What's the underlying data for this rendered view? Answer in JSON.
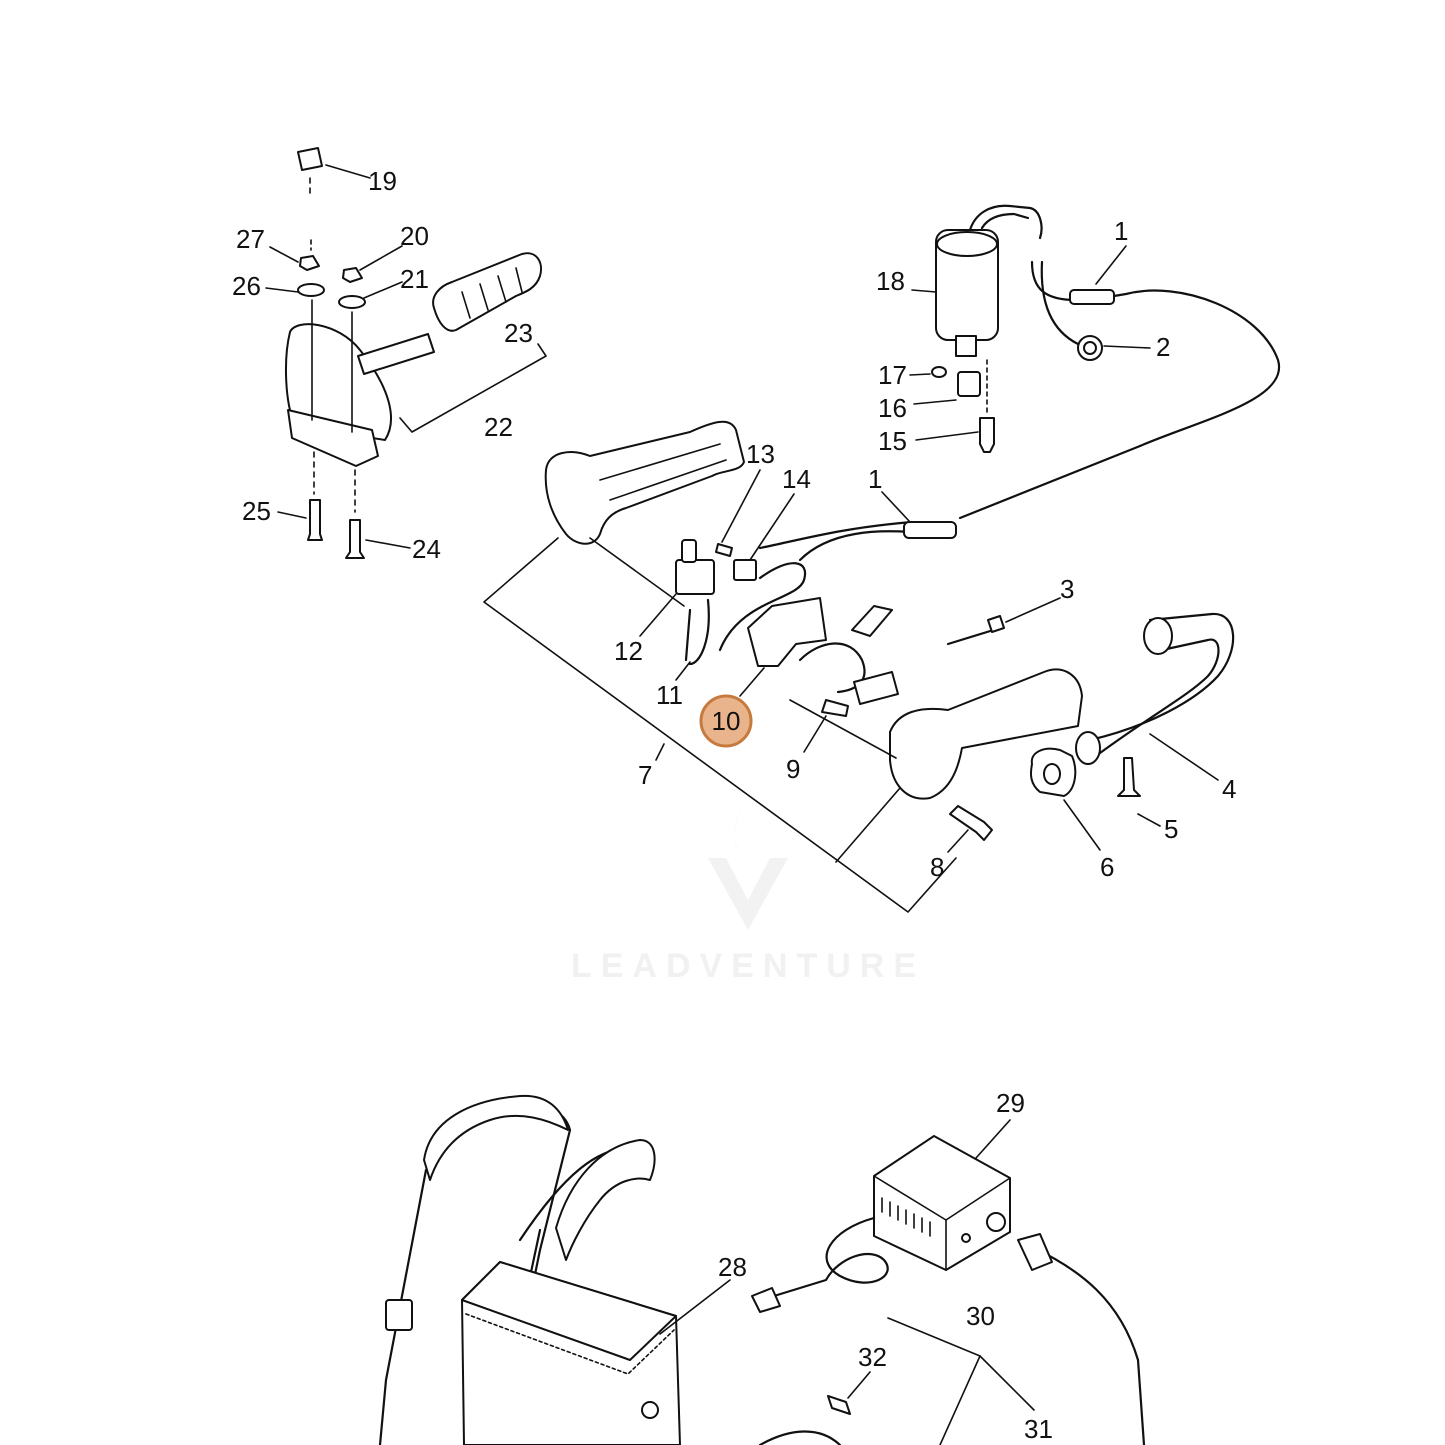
{
  "watermark": {
    "text": "LEADVENTURE"
  },
  "highlight": {
    "label": "10",
    "fill": "#e9b48c",
    "stroke": "#c77a3e"
  },
  "callouts": [
    "1",
    "1",
    "2",
    "3",
    "4",
    "5",
    "6",
    "7",
    "8",
    "9",
    "11",
    "12",
    "13",
    "14",
    "15",
    "16",
    "17",
    "18",
    "19",
    "20",
    "21",
    "22",
    "23",
    "24",
    "25",
    "26",
    "27",
    "28",
    "29",
    "30",
    "31",
    "32"
  ]
}
